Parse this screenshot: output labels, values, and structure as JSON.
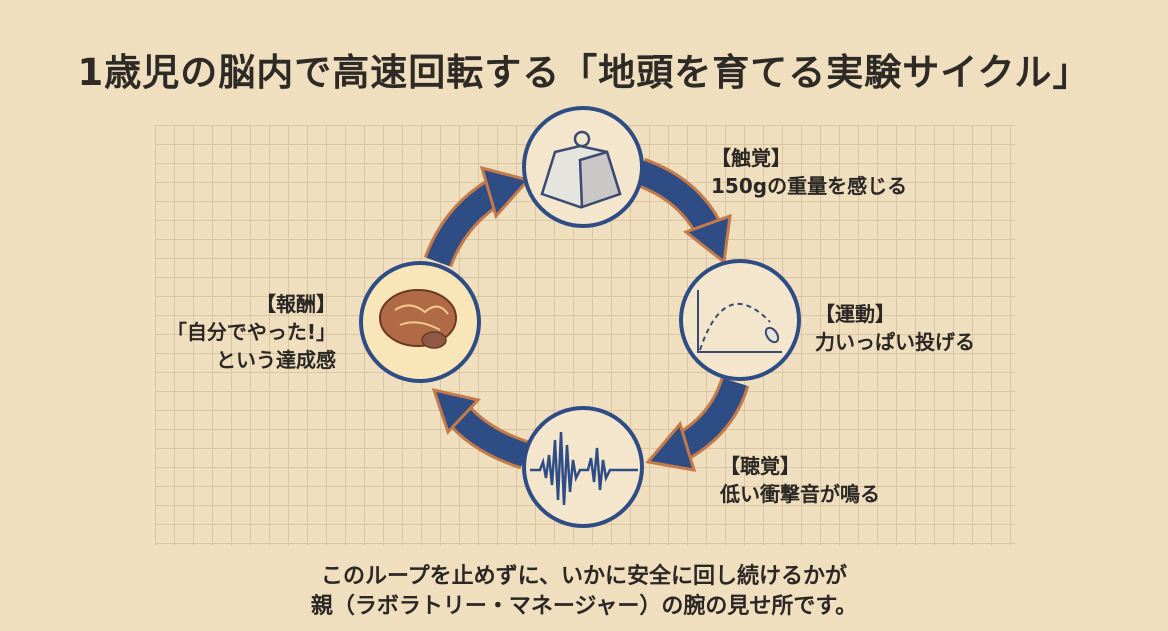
{
  "title": "1歳児の脳内で高速回転する「地頭を育てる実験サイクル」",
  "steps": [
    {
      "heading": "【触覚】",
      "text": "150gの重量を感じる",
      "icon": "weight-icon"
    },
    {
      "heading": "【運動】",
      "text": "力いっぱい投げる",
      "icon": "trajectory-icon"
    },
    {
      "heading": "【聴覚】",
      "text": "低い衝撃音が鳴る",
      "icon": "sound-wave-icon"
    },
    {
      "heading": "【報酬】",
      "text1": "「自分でやった!」",
      "text2": "という達成感",
      "icon": "brain-icon"
    }
  ],
  "footer": {
    "line1": "このループを止めずに、いかに安全に回し続けるかが",
    "line2": "親（ラボラトリー・マネージャー）の腕の見せ所です。"
  },
  "colors": {
    "background": "#f0dfbf",
    "arrow": "#2f4d85",
    "arrow_outline": "#c57a4a",
    "circle": "#2f4d85"
  }
}
